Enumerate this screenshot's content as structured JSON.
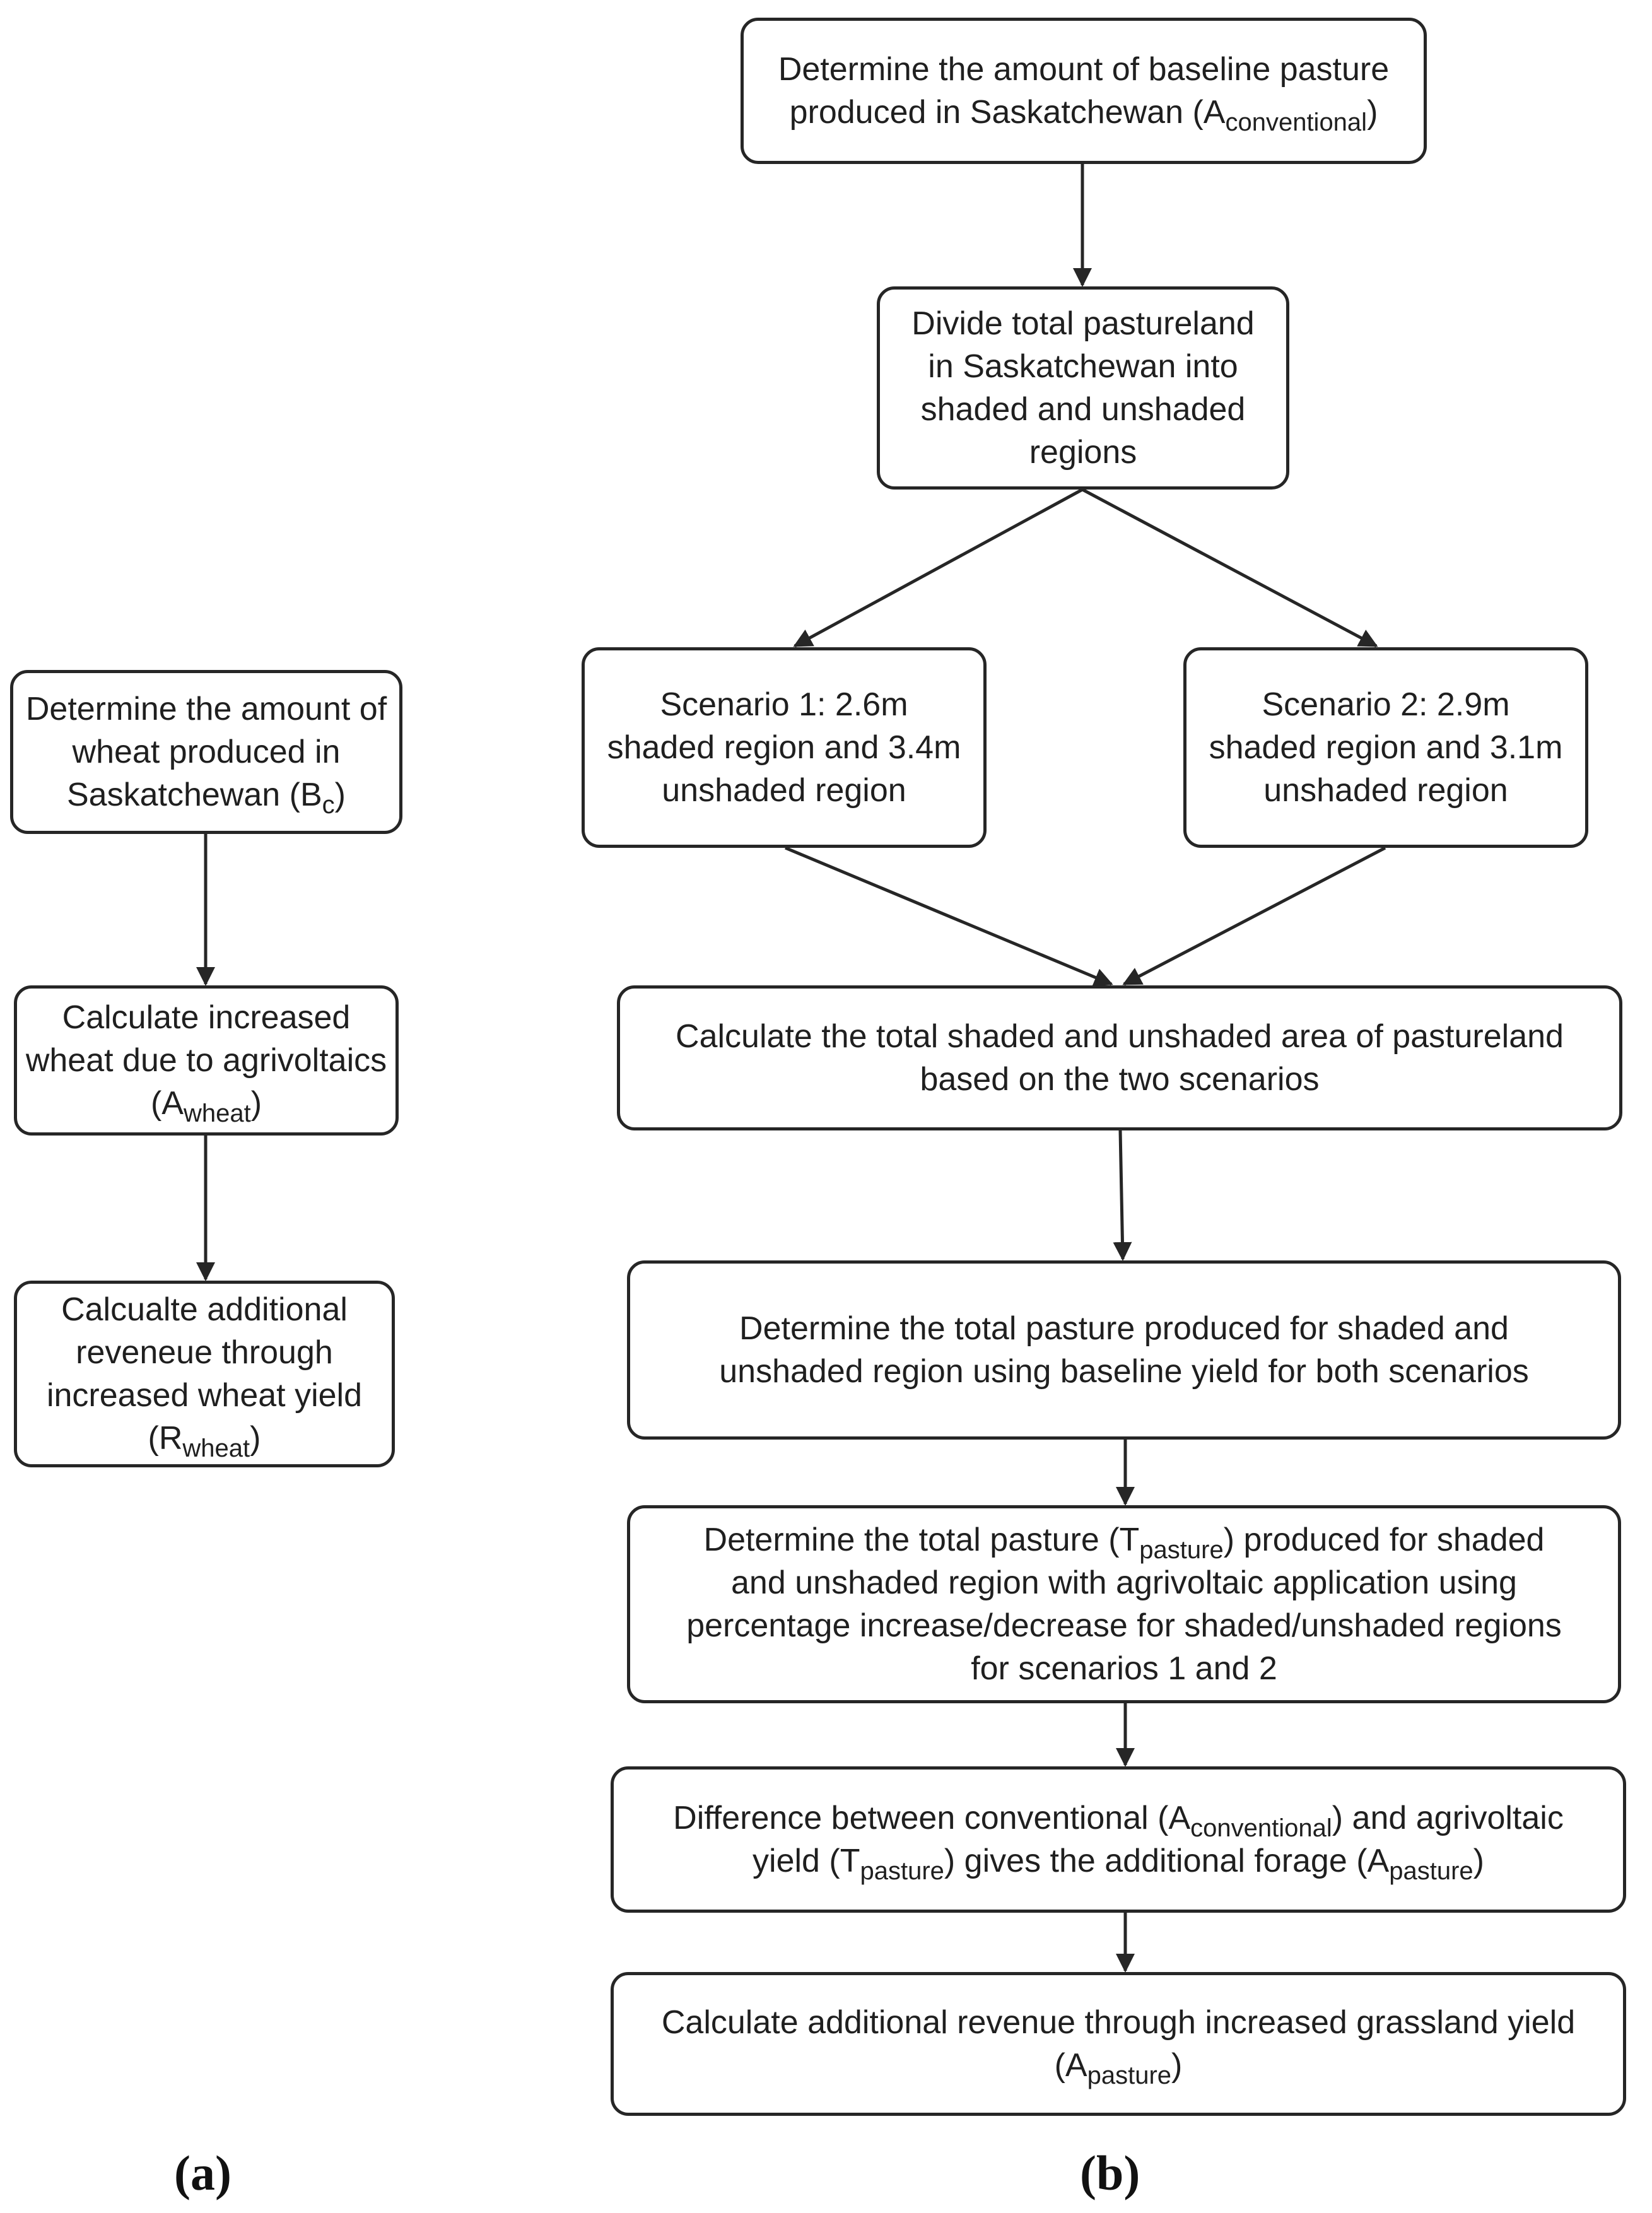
{
  "panel_a": {
    "label": "(a)",
    "steps": {
      "wheat_amount": {
        "line1": "Determine the amount of",
        "line2": "wheat produced in",
        "line3_pre": "Saskatchewan (B",
        "line3_sub": "c",
        "line3_post": ")"
      },
      "increased_wheat": {
        "line1": "Calculate increased",
        "line2": "wheat due to agrivoltaics",
        "line3_pre": "(A",
        "line3_sub": "wheat",
        "line3_post": ")"
      },
      "additional_revenue": {
        "line1": "Calcualte additional",
        "line2": "reveneue through",
        "line3": "increased wheat yield",
        "line4_pre": "(R",
        "line4_sub": "wheat",
        "line4_post": ")"
      }
    }
  },
  "panel_b": {
    "label": "(b)",
    "steps": {
      "baseline_pasture": {
        "line1": "Determine the amount of baseline pasture",
        "line2_pre": "produced in Saskatchewan (A",
        "line2_sub": "conventional",
        "line2_post": ")"
      },
      "divide_pastureland": {
        "line1": "Divide total pastureland",
        "line2": "in Saskatchewan into",
        "line3": "shaded and unshaded",
        "line4": "regions"
      },
      "scenario_1": {
        "line1": "Scenario 1: 2.6m",
        "line2": "shaded region and 3.4m",
        "line3": "unshaded region"
      },
      "scenario_2": {
        "line1": "Scenario 2: 2.9m",
        "line2": "shaded region and 3.1m",
        "line3": "unshaded region"
      },
      "total_area": {
        "line1": "Calculate the total shaded and unshaded area of pastureland",
        "line2": "based on the two scenarios"
      },
      "baseline_yield": {
        "line1": "Determine the total pasture produced for shaded and",
        "line2": "unshaded region using baseline yield for both scenarios"
      },
      "agrivoltaic_pasture": {
        "line1_pre": "Determine the total pasture (T",
        "line1_sub": "pasture",
        "line1_post": ") produced for shaded",
        "line2": "and unshaded region with agrivoltaic application using",
        "line3": "percentage increase/decrease for shaded/unshaded regions",
        "line4": "for scenarios 1 and 2"
      },
      "difference": {
        "line1_pre": "Difference between conventional (A",
        "line1_sub": "conventional",
        "line1_post": ") and agrivoltaic",
        "line2_pre": "yield (T",
        "line2_sub": "pasture",
        "line2_mid": ") gives the additional forage (A",
        "line2_sub2": "pasture",
        "line2_post": ")"
      },
      "grassland_revenue": {
        "line1": "Calculate additional revenue through increased grassland yield",
        "line2_pre": "(A",
        "line2_sub": "pasture",
        "line2_post": ")"
      }
    }
  },
  "colors": {
    "stroke": "#262626",
    "text": "#1f1f1f",
    "background": "#ffffff"
  }
}
